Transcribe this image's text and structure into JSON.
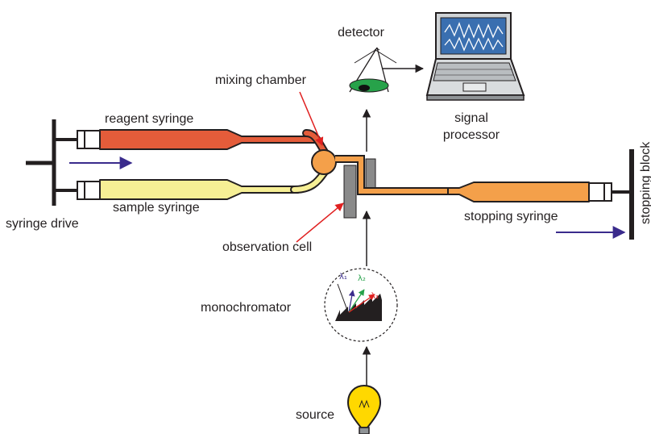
{
  "labels": {
    "detector": "detector",
    "mixing_chamber": "mixing chamber",
    "reagent_syringe": "reagent syringe",
    "sample_syringe": "sample syringe",
    "syringe_drive": "syringe drive",
    "signal": "signal",
    "processor": "processor",
    "stopping_block": "stopping block",
    "stopping_syringe": "stopping syringe",
    "observation_cell": "observation cell",
    "monochromator": "monochromator",
    "source": "source",
    "lambda1": "λ₁",
    "lambda2": "λ₂",
    "lambda3": "λ₃"
  },
  "colors": {
    "reagent_fill": "#e45c3a",
    "sample_fill": "#f6ef95",
    "mixed_fill": "#f4a04a",
    "cell_gray": "#8a8a8a",
    "pointer_red": "#e02020",
    "flow_arrow_purple": "#3a2b8c",
    "screen_blue": "#3a6fb0",
    "bulb_yellow": "#ffd800",
    "detector_green": "#27a24a",
    "lambda1_color": "#3a2b8c",
    "lambda2_color": "#27a24a",
    "lambda3_color": "#e02020"
  },
  "icons": [
    "laptop-icon",
    "lightbulb-icon",
    "detector-cone-icon",
    "diffraction-grating-icon"
  ]
}
